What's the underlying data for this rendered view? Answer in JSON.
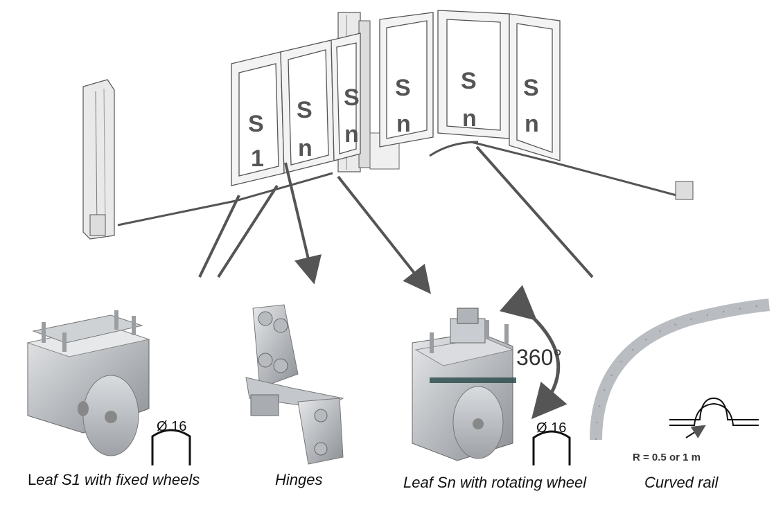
{
  "leaves": [
    {
      "top": "S",
      "bottom": "1"
    },
    {
      "top": "S",
      "bottom": "n"
    },
    {
      "top": "S",
      "bottom": "n"
    },
    {
      "top": "S",
      "bottom": "n"
    },
    {
      "top": "S",
      "bottom": "n"
    },
    {
      "top": "S",
      "bottom": "n"
    }
  ],
  "details": {
    "fixed_wheel": {
      "caption_lead": "L",
      "caption_rest": "eaf S1 with fixed wheels",
      "diameter": "Ø 16"
    },
    "hinges": {
      "caption": "Hinges"
    },
    "rotating_wheel": {
      "caption": "Leaf Sn with rotating wheel",
      "diameter": "Ø 16",
      "rotation": "360°"
    },
    "curved_rail": {
      "caption": "Curved rail",
      "radius": "R = 0.5 or 1 m"
    }
  },
  "colors": {
    "frame": "#cfcfcf",
    "frame_edge": "#555555",
    "arrow": "#555555",
    "metal": "#b9bcc0",
    "glass": "#2f4f4f"
  }
}
